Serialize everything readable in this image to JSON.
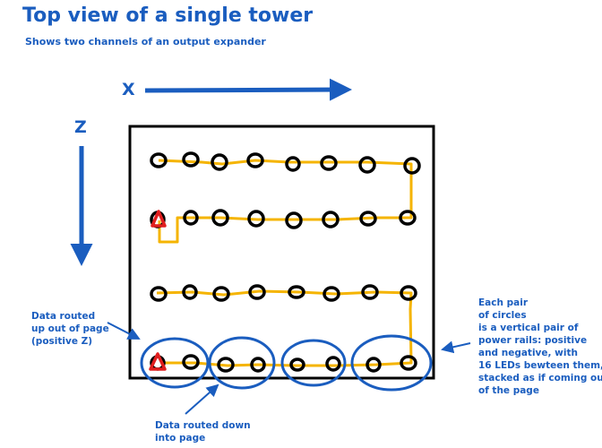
{
  "title": "Top view of a single tower",
  "subtitle": "Shows two channels of an output expander",
  "axes": {
    "x_label": "X",
    "z_label": "Z"
  },
  "annotations": {
    "up_note": [
      "Data routed",
      "up out of page",
      "(positive Z)"
    ],
    "down_note": [
      "Data routed down",
      "into page"
    ],
    "pair_note": [
      "Each pair",
      "of circles",
      "is a vertical pair of",
      "power rails: positive",
      "and negative, with",
      "16 LEDs bewteen them,",
      "stacked as if coming out",
      "of the page"
    ]
  },
  "colors": {
    "accent": "#1a5dbf",
    "wire": "#f5b400",
    "marker": "#e01e1e",
    "outline": "#000000"
  }
}
